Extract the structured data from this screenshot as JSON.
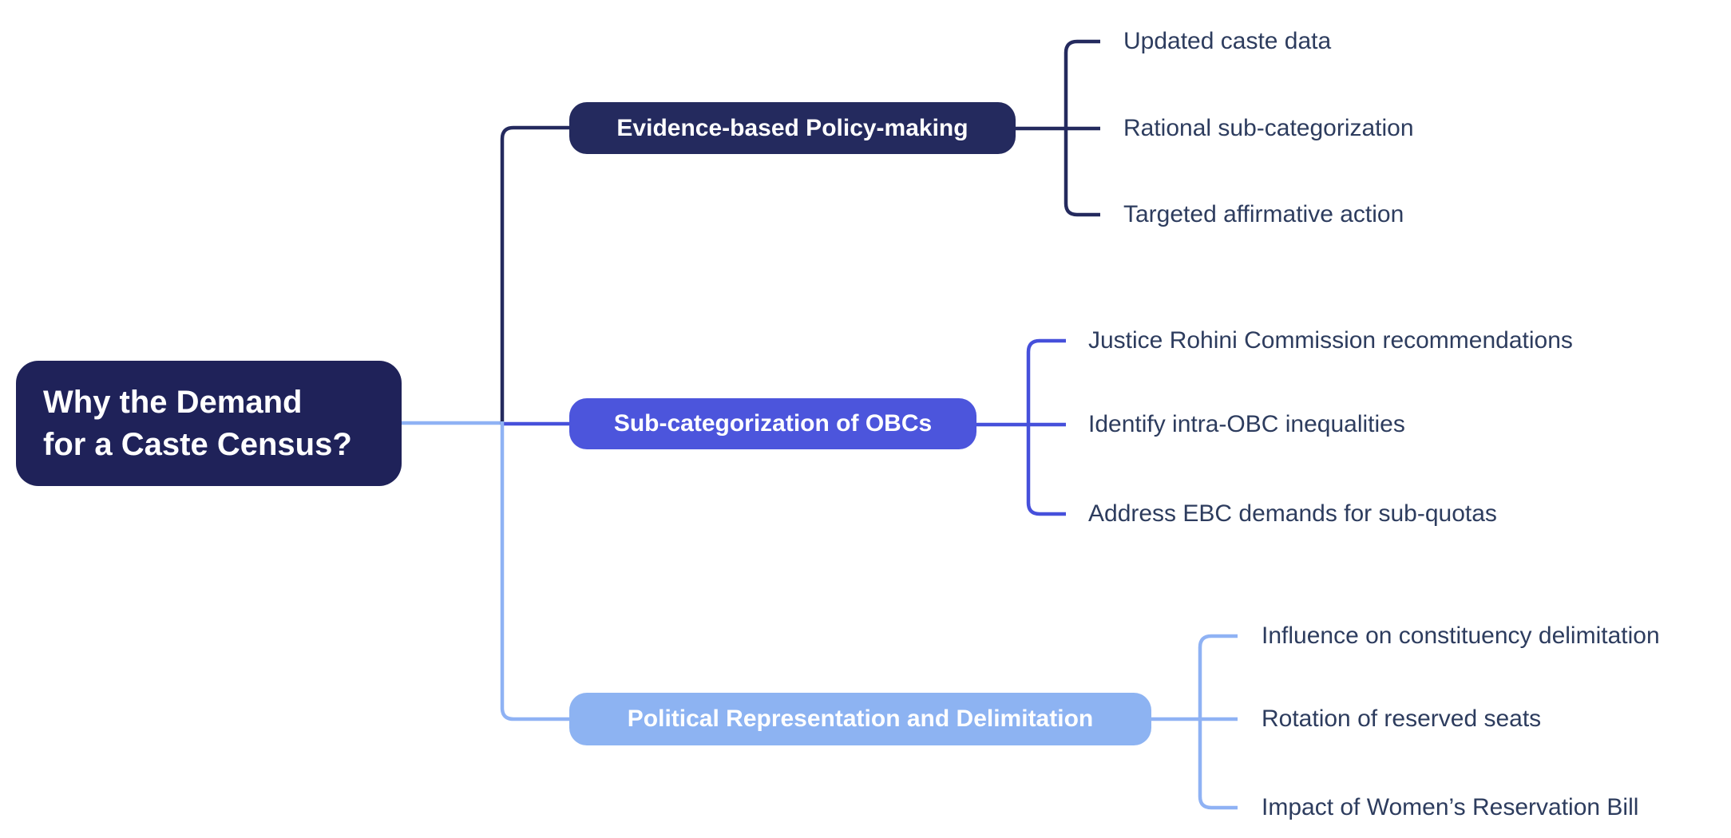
{
  "title": "Why the Demand for a Caste Census?",
  "root": {
    "label": "Why the Demand for a Caste Census?",
    "label_lines": [
      "Why the Demand",
      "for a Caste Census?"
    ],
    "bg_color": "#1f2259",
    "text_color": "#ffffff"
  },
  "branches": [
    {
      "label": "Evidence-based Policy-making",
      "node_color": "#242a5e",
      "line_color": "#242a5e",
      "text_color": "#ffffff",
      "children": [
        "Updated caste data",
        "Rational sub-categorization",
        "Targeted affirmative action"
      ]
    },
    {
      "label": "Sub-categorization of OBCs",
      "node_color": "#4c55dc",
      "line_color": "#4650db",
      "text_color": "#ffffff",
      "children": [
        "Justice Rohini Commission recommendations",
        "Identify intra-OBC inequalities",
        "Address EBC demands for sub-quotas"
      ]
    },
    {
      "label": "Political Representation and Delimitation",
      "node_color": "#8db3f2",
      "line_color": "#8fb2f4",
      "text_color": "#ffffff",
      "children": [
        "Influence on constituency delimitation",
        "Rotation of reserved seats",
        "Impact of Women’s Reservation Bill"
      ]
    }
  ],
  "colors": {
    "background": "#ffffff",
    "child_text": "#2d3c5e",
    "root_stub_line": "#8fb2f4"
  }
}
